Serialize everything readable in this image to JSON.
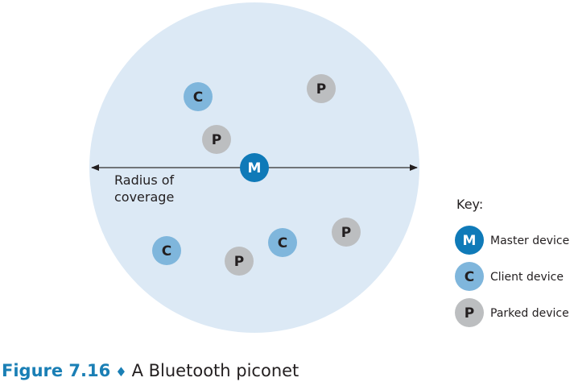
{
  "diagram": {
    "radius_label_line1": "Radius of",
    "radius_label_line2": "coverage",
    "nodes": [
      {
        "type": "client",
        "letter": "C"
      },
      {
        "type": "parked",
        "letter": "P"
      },
      {
        "type": "parked",
        "letter": "P"
      },
      {
        "type": "master",
        "letter": "M"
      },
      {
        "type": "client",
        "letter": "C"
      },
      {
        "type": "parked",
        "letter": "P"
      },
      {
        "type": "client",
        "letter": "C"
      },
      {
        "type": "parked",
        "letter": "P"
      }
    ]
  },
  "key": {
    "title": "Key:",
    "items": [
      {
        "type": "master",
        "letter": "M",
        "label": "Master device"
      },
      {
        "type": "client",
        "letter": "C",
        "label": "Client device"
      },
      {
        "type": "parked",
        "letter": "P",
        "label": "Parked device"
      }
    ]
  },
  "caption": {
    "figure": "Figure 7.16",
    "separator": "♦",
    "title": "A Bluetooth piconet"
  },
  "colors": {
    "coverage": "#dce9f5",
    "master": "#0f7ab8",
    "client": "#7fb6dc",
    "parked": "#bcbec0",
    "accent": "#1a7fb5"
  }
}
